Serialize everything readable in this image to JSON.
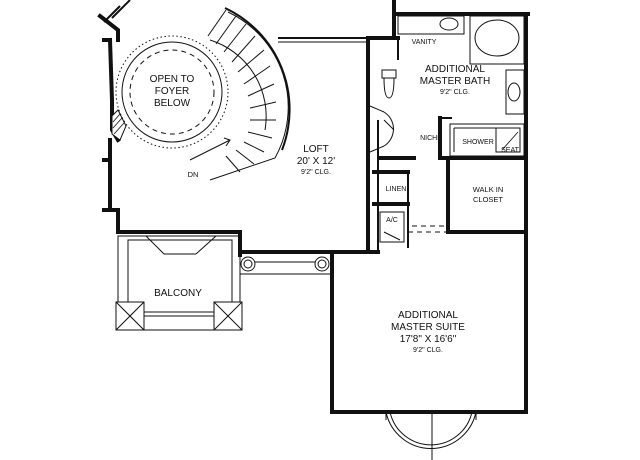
{
  "rooms": {
    "open_to_foyer": {
      "line1": "OPEN TO",
      "line2": "FOYER",
      "line3": "BELOW"
    },
    "loft": {
      "name": "LOFT",
      "dims": "20' X 12'",
      "ceiling": "9'2\" CLG."
    },
    "stair": {
      "dn": "DN"
    },
    "vanity": {
      "name": "VANITY"
    },
    "master_bath": {
      "line1": "ADDITIONAL",
      "line2": "MASTER BATH",
      "ceiling": "9'2\" CLG."
    },
    "niche": {
      "name": "NICHE"
    },
    "shower": {
      "name": "SHOWER"
    },
    "seat": {
      "name": "SEAT"
    },
    "linen": {
      "name": "LINEN"
    },
    "ac": {
      "name": "A/C"
    },
    "walk_in_closet": {
      "line1": "WALK IN",
      "line2": "CLOSET"
    },
    "balcony": {
      "name": "BALCONY"
    },
    "master_suite": {
      "line1": "ADDITIONAL",
      "line2": "MASTER SUITE",
      "dims": "17'8\" X 16'6\"",
      "ceiling": "9'2\" CLG."
    }
  }
}
